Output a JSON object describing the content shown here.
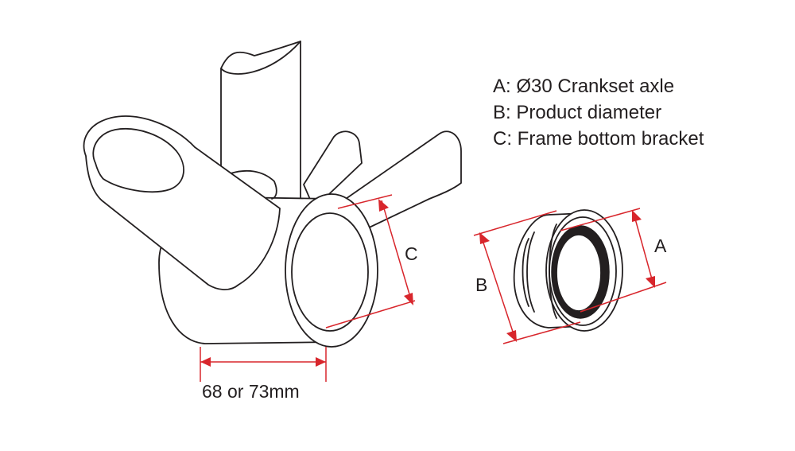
{
  "legend": [
    "A: Ø30 Crankset axle",
    "B: Product diameter",
    "C: Frame bottom bracket"
  ],
  "labels": {
    "a": "A",
    "b": "B",
    "c": "C",
    "width": "68 or 73mm"
  },
  "colors": {
    "outline": "#231f20",
    "dimension": "#d8262c"
  }
}
